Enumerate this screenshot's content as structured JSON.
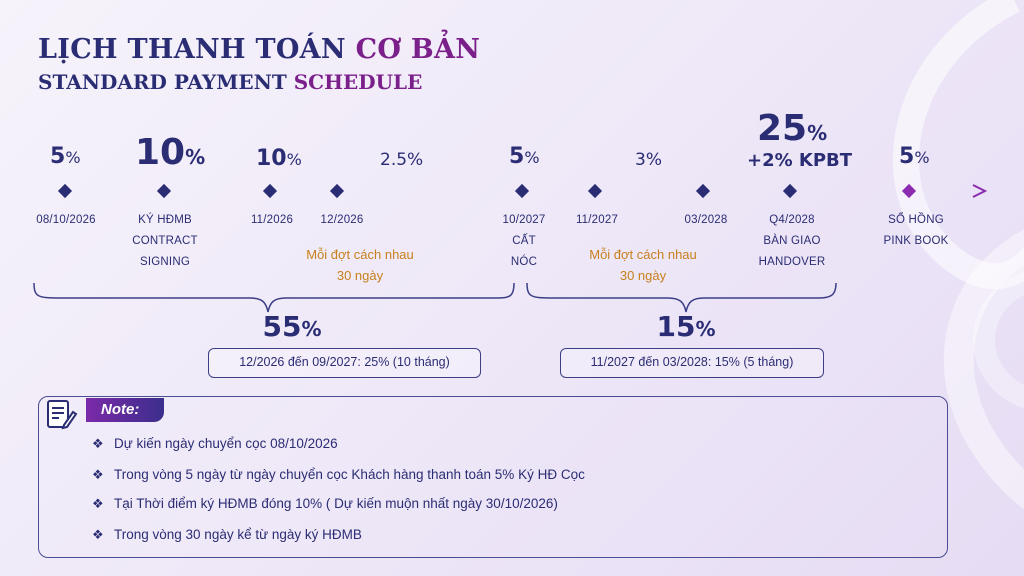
{
  "title": {
    "vi_main": "LỊCH THANH TOÁN ",
    "vi_accent": "CƠ BẢN",
    "en_main": "STANDARD PAYMENT ",
    "en_accent": "SCHEDULE"
  },
  "milestones": [
    {
      "pct_num": "5",
      "pct_unit": "%",
      "label_lines": [
        "08/10/2026"
      ]
    },
    {
      "pct_num": "10",
      "pct_unit": "%",
      "label_lines": [
        "KÝ HĐMB",
        "CONTRACT",
        "SIGNING"
      ]
    },
    {
      "pct_num": "10",
      "pct_unit": "%",
      "label_lines": [
        "11/2026"
      ]
    },
    {
      "pct_text": "2.5%",
      "label_lines": [
        "12/2026"
      ]
    },
    {
      "pct_num": "5",
      "pct_unit": "%",
      "label_lines": [
        "10/2027",
        "CẤT",
        "NÓC"
      ]
    },
    {
      "label_lines": [
        "11/2027"
      ]
    },
    {
      "pct_text": "3%",
      "label_lines": [
        "03/2028"
      ]
    },
    {
      "pct_num": "25",
      "pct_unit": "%",
      "pct_extra": "+2% KPBT",
      "label_lines": [
        "Q4/2028",
        "BÀN GIAO",
        "HANDOVER"
      ]
    },
    {
      "pct_num": "5",
      "pct_unit": "%",
      "label_lines": [
        "SỔ HỒNG",
        "PINK BOOK"
      ]
    }
  ],
  "intervals": [
    {
      "line1": "Mỗi đợt cách nhau",
      "line2": "30 ngày"
    },
    {
      "line1": "Mỗi đợt cách nhau",
      "line2": "30 ngày"
    }
  ],
  "summaries": [
    {
      "num": "55",
      "unit": "%",
      "text": "12/2026 đến 09/2027: 25% (10 tháng)"
    },
    {
      "num": "15",
      "unit": "%",
      "text": "11/2027 đến 03/2028: 15% (5 tháng)"
    }
  ],
  "note": {
    "tag": "Note:",
    "icon": "note-edit-icon",
    "bullet_icon": "diamond-bullet-icon",
    "bullet_glyph": "❖",
    "items": [
      "Dự kiến ngày chuyển cọc  08/10/2026",
      "Trong vòng 5 ngày từ ngày chuyển cọc Khách hàng thanh toán 5% Ký HĐ Cọc",
      "Tại Thời điểm ký HĐMB đóng 10%  ( Dự kiến muộn nhất ngày 30/10/2026)",
      "Trong vòng 30 ngày kể từ ngày ký HĐMB"
    ]
  },
  "colors": {
    "navy": "#2b2d74",
    "accent_purple": "#7b1f8a",
    "orange": "#c7801d",
    "arrow": "#8a2bb0"
  }
}
